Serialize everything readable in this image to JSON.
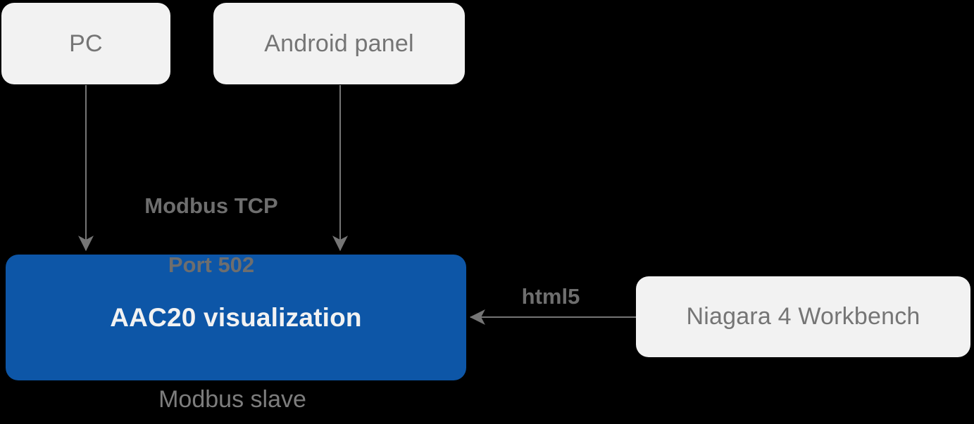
{
  "diagram": {
    "colors": {
      "background": "#000000",
      "node_fill": "#f2f2f2",
      "node_text": "#757575",
      "accent_fill": "#0d56a7",
      "accent_text": "#f2f2f2",
      "connector": "#757575",
      "edge_label_text": "#6e6e6e",
      "sublabel_text": "#7d7d7d"
    },
    "nodes": {
      "pc": {
        "label": "PC"
      },
      "android_panel": {
        "label": "Android panel"
      },
      "aac20": {
        "label": "AAC20 visualization",
        "sublabel": "Modbus slave"
      },
      "niagara_workbench": {
        "label": "Niagara 4 Workbench"
      }
    },
    "edges": {
      "modbus_tcp": {
        "label_line1": "Modbus TCP",
        "label_line2": "Port 502"
      },
      "html5": {
        "label": "html5"
      }
    }
  }
}
